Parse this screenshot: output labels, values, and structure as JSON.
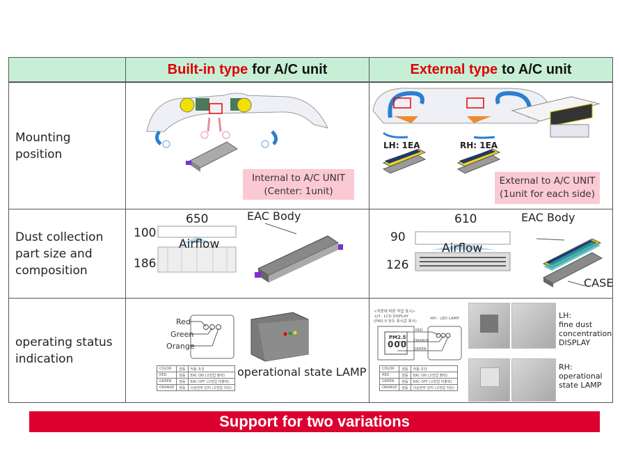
{
  "header": {
    "col1": "",
    "col2": {
      "highlight": "Built-in type",
      "rest": "for A/C unit"
    },
    "col3": {
      "highlight": "External type",
      "rest": "to A/C unit"
    }
  },
  "rows": [
    {
      "label": "Mounting position",
      "builtin": {
        "caption_line1": "Internal to A/C UNIT",
        "caption_line2": "(Center: 1unit)"
      },
      "external": {
        "lh_label": "LH: 1EA",
        "rh_label": "RH: 1EA",
        "caption_line1": "External to A/C UNIT",
        "caption_line2": "(1unit for each side)"
      }
    },
    {
      "label": "Dust collection part size and composition",
      "builtin": {
        "width": "650",
        "height_top": "100",
        "height_bottom": "186",
        "airflow": "Airflow",
        "body_label": "EAC Body"
      },
      "external": {
        "width": "610",
        "height_top": "90",
        "height_bottom": "126",
        "airflow": "Airflow",
        "body_label": "EAC Body",
        "case_label": "CASE"
      }
    },
    {
      "label": "operating status indication",
      "builtin": {
        "lamp_labels": [
          "Red",
          "Green",
          "Orange"
        ],
        "lamp_caption": "operational state LAMP",
        "table": [
          [
            "COLOR",
            "점등",
            "작동 조건"
          ],
          [
            "RED",
            "점등",
            "EAC ON (고전압 출력)"
          ],
          [
            "GREEN",
            "점등",
            "EAC OFF (고전압 미출력)"
          ],
          [
            "ORANGE",
            "점등",
            "이상전부 감지 (고전압 차단)"
          ]
        ]
      },
      "external": {
        "diagram_title": "<작동에 따른 작업 표시>",
        "lh_display": "-LH : LCD DISPLAY",
        "pm_note": "(PM2.5 농도 표시값 표시)",
        "rh_lamp": "-RH : LED LAMP",
        "wire_labels": [
          "RED",
          "ORANGE",
          "GREEN"
        ],
        "pm_text": "PM2.5",
        "digits": "000",
        "table": [
          [
            "COLOR",
            "점등",
            "작동 조건"
          ],
          [
            "RED",
            "점등",
            "EAC ON (고전압 출력)"
          ],
          [
            "GREEN",
            "점등",
            "EAC OFF (고전압 미출력)"
          ],
          [
            "ORANGE",
            "점등",
            "이상전부 감지 (고전압 차단)"
          ]
        ],
        "lh_caption": [
          "LH:",
          "fine dust",
          "concentration",
          "DISPLAY"
        ],
        "rh_caption": [
          "RH:",
          "operational",
          "state LAMP"
        ]
      }
    }
  ],
  "banner": "Support for two variations",
  "colors": {
    "header_bg": "#c6efd6",
    "accent_red": "#e00000",
    "caption_bg": "#fbc9d4",
    "banner_bg": "#dc0030"
  }
}
